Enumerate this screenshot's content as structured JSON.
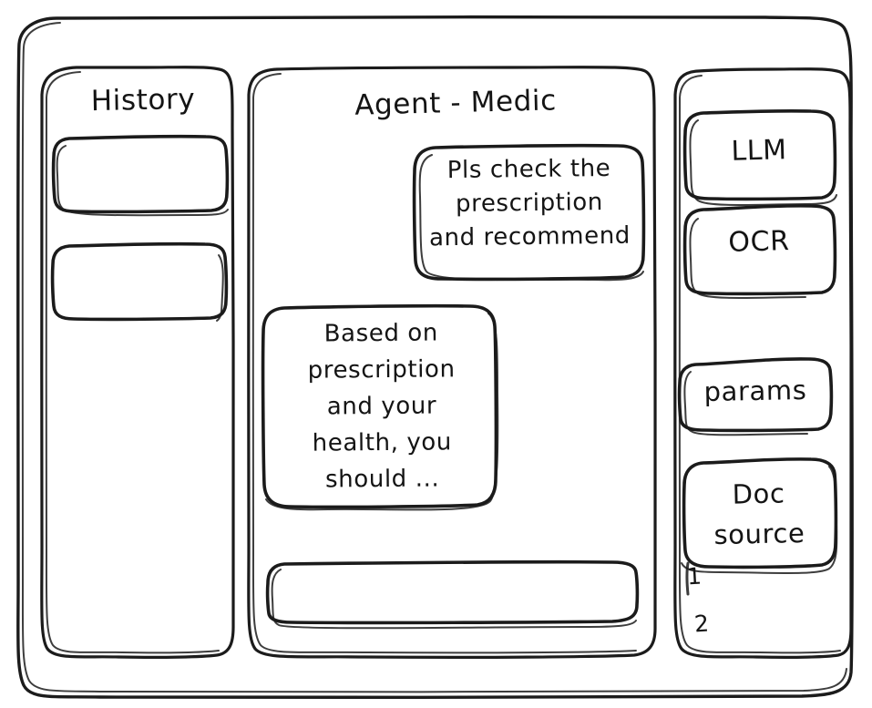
{
  "window": {
    "style": "hand-drawn-wireframe",
    "ink_color": "#1b1b1b",
    "background_color": "#ffffff"
  },
  "sidebar_left": {
    "title": "History",
    "items": [
      {
        "label": "",
        "name": "history-item-1"
      },
      {
        "label": "",
        "name": "history-item-2"
      }
    ]
  },
  "main": {
    "title": "Agent - Medic",
    "messages": [
      {
        "role": "user",
        "text": "Pls check the\nprescription\nand recommend",
        "align": "right"
      },
      {
        "role": "assistant",
        "text": "Based on\nprescription\nand your\nhealth, you\nshould ...",
        "align": "left"
      }
    ],
    "composer": {
      "value": "",
      "placeholder": ""
    }
  },
  "sidebar_right": {
    "tools": [
      {
        "label": "LLM",
        "name": "tool-llm"
      },
      {
        "label": "OCR",
        "name": "tool-ocr"
      },
      {
        "label": "params",
        "name": "tool-params"
      }
    ],
    "doc_source": {
      "label": "Doc\nsource",
      "items": [
        "1",
        "2"
      ]
    }
  }
}
